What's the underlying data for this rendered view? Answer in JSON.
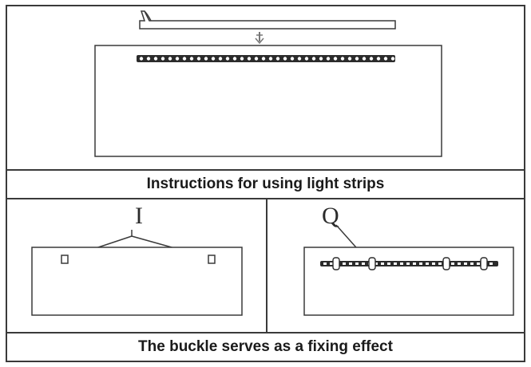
{
  "captions": {
    "usage": "Instructions for using light strips",
    "buckle": "The buckle serves as a fixing effect"
  },
  "callouts": {
    "left_symbol": "I",
    "right_symbol": "Q"
  },
  "colors": {
    "line": "#3a3a3a",
    "strip_dark": "#2b2b2b",
    "background": "#ffffff"
  }
}
